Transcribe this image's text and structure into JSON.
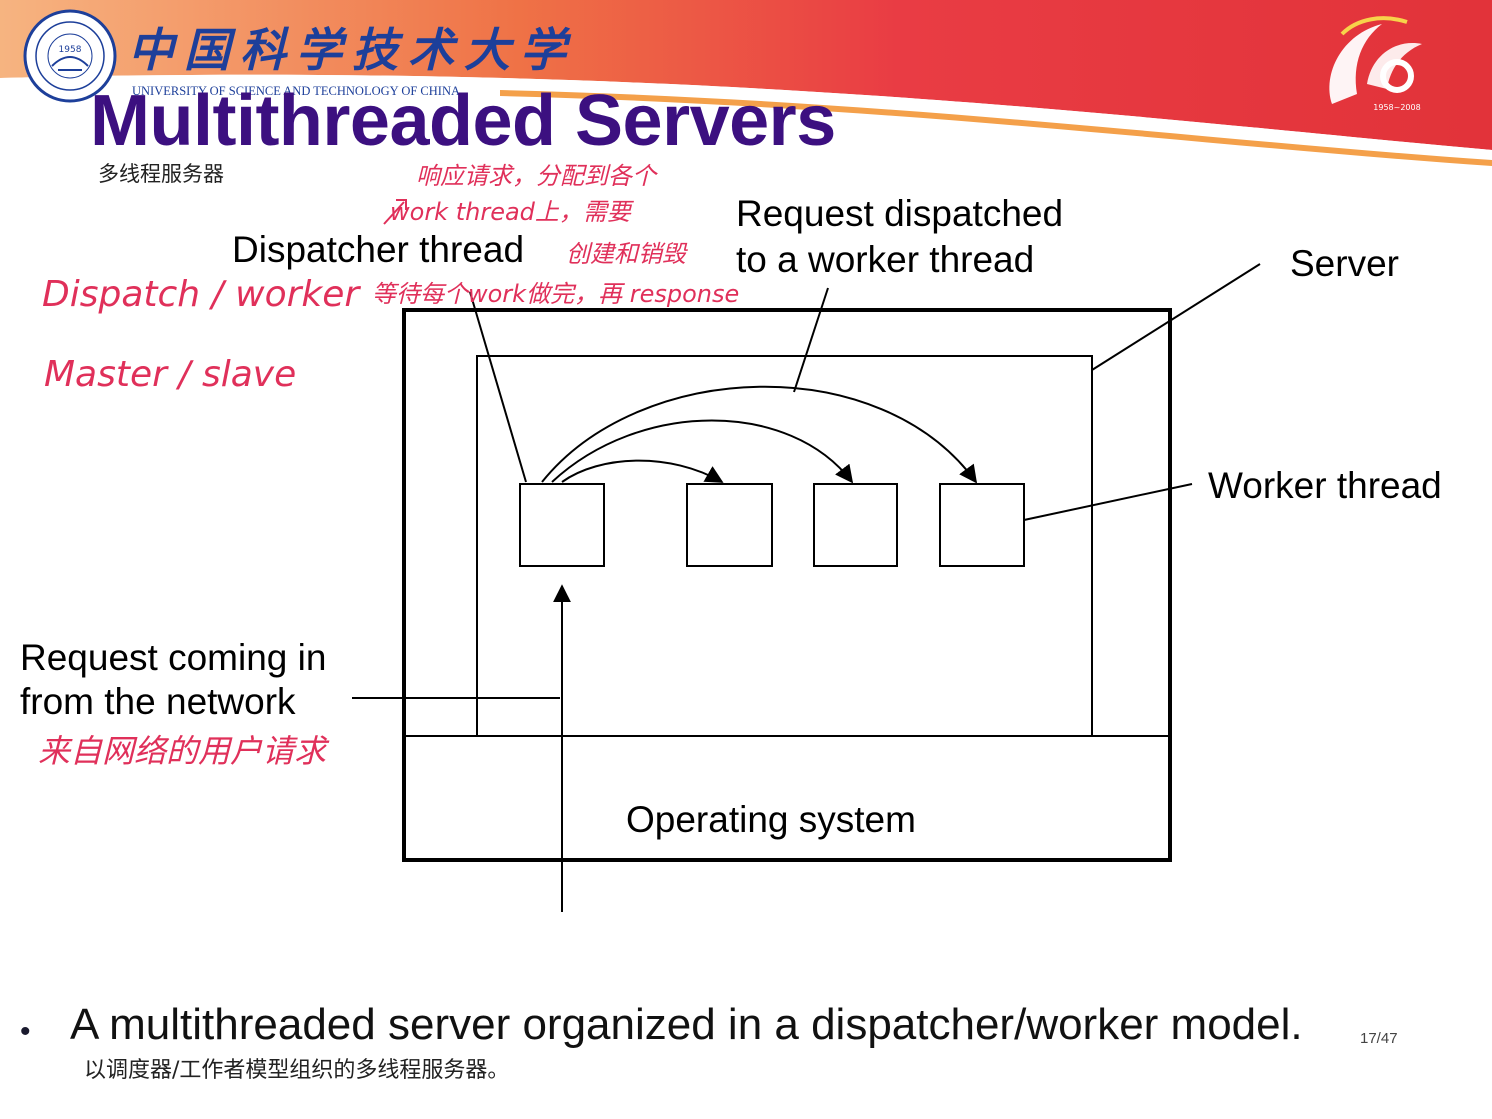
{
  "header": {
    "university_cn": "中国科学技术大学",
    "university_en": "UNIVERSITY OF SCIENCE AND TECHNOLOGY OF CHINA",
    "seal_year": "1958",
    "anniversary_years": "1958~2008",
    "colors": {
      "red": "#e8323a",
      "orange": "#f08a3c",
      "title_purple": "#3c1080",
      "uni_blue": "#1d3f9a"
    }
  },
  "slide": {
    "title": "Multithreaded Servers",
    "subtitle_cn": "多线程服务器"
  },
  "diagram": {
    "labels": {
      "dispatcher_thread": "Dispatcher thread",
      "request_dispatched_line1": "Request dispatched",
      "request_dispatched_line2": "to a worker thread",
      "server": "Server",
      "worker_thread": "Worker thread",
      "request_in_line1": "Request coming in",
      "request_in_line2": "from the network",
      "operating_system": "Operating system"
    }
  },
  "annotations": {
    "note_top_line1": "响应请求，分配到各个",
    "note_top_line2": "work thread上，需要",
    "note_top_line3": "创建和销毁",
    "note_top_line4": "等待每个work做完，再 response",
    "dispatch_worker": "Dispatch / worker",
    "master_slave": "Master / slave",
    "network_request_cn": "来自网络的用户请求"
  },
  "footer": {
    "bullet_symbol": "•",
    "bullet_text": "A multithreaded server organized in a dispatcher/worker model.",
    "bullet_text_cn": "以调度器/工作者模型组织的多线程服务器。",
    "page_number": "17/47"
  }
}
